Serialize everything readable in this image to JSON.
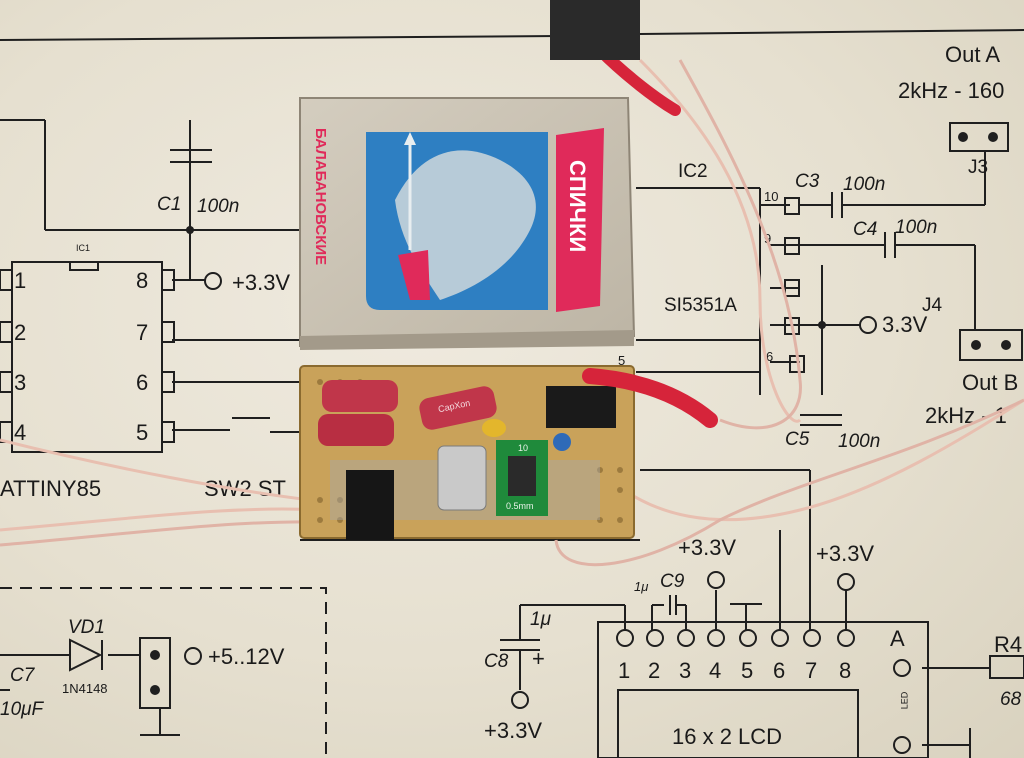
{
  "schematic": {
    "out_a": "Out A",
    "out_a_freq": "2kHz - 160",
    "j3": "J3",
    "j4": "J4",
    "out_b": "Out B",
    "out_b_freq": "2kHz - 1",
    "ic2": "IC2",
    "c3": "C3",
    "c3_val": "100n",
    "c4": "C4",
    "c4_val": "100n",
    "c5": "C5",
    "c5_val": "100n",
    "c1": "C1",
    "c1_val": "100n",
    "ic1": "IC1",
    "si5351a": "SI5351A",
    "pin10": "10",
    "pin9": "9",
    "pin6": "6",
    "pin5": "5",
    "v33_top": "+3.3V",
    "v33_mid": "3.3V",
    "attiny_pins": [
      "1",
      "2",
      "3",
      "4",
      "8",
      "7",
      "6",
      "5"
    ],
    "attiny": "ATTINY85",
    "sw2": "SW2 ST",
    "c7": "C7",
    "c7_val": "10μF",
    "vd1": "VD1",
    "diode": "1N4148",
    "vin": "+5..12V",
    "c8": "C8",
    "c8_val": "1μ",
    "c8_plus": "+",
    "c8_supply": "+3.3V",
    "c9": "C9",
    "c9_val": "1μ",
    "lcd_supply_left": "+3.3V",
    "lcd_supply_right": "+3.3V",
    "lcd_pins": [
      "1",
      "2",
      "3",
      "4",
      "5",
      "6",
      "7",
      "8"
    ],
    "lcd": "16 x 2 LCD",
    "lcd_a": "A",
    "led": "LED",
    "r4": "R4",
    "r4_val": "68"
  },
  "matchbox": {
    "side_text": "БАЛАБАНОВСКИЕ",
    "label": "СПИЧКИ"
  },
  "board": {
    "cap_brand": "CapXon",
    "module_top": "10",
    "module_bottom": "0.5mm"
  },
  "colors": {
    "paper": "#e9e4d6",
    "ink": "#1a1a1a",
    "pcb": "#c9a25a",
    "capacitor": "#c0364a",
    "matchbox_blue": "#2e7fc2",
    "matchbox_red": "#e02a5a"
  }
}
